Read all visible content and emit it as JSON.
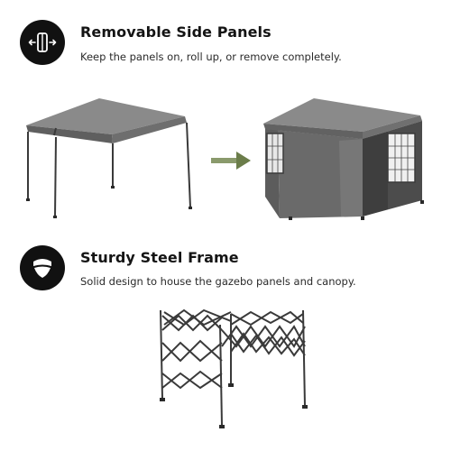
{
  "features": [
    {
      "title": "Removable Side Panels",
      "description": "Keep the panels on, roll up, or remove completely.",
      "icon": "door-arrows-icon"
    },
    {
      "title": "Sturdy Steel Frame",
      "description": "Solid design to house the gazebo panels and canopy.",
      "icon": "shield-icon"
    }
  ],
  "colors": {
    "icon_bg": "#111111",
    "canopy": "#7a7a7a",
    "arrow": "#6b7d4a"
  }
}
